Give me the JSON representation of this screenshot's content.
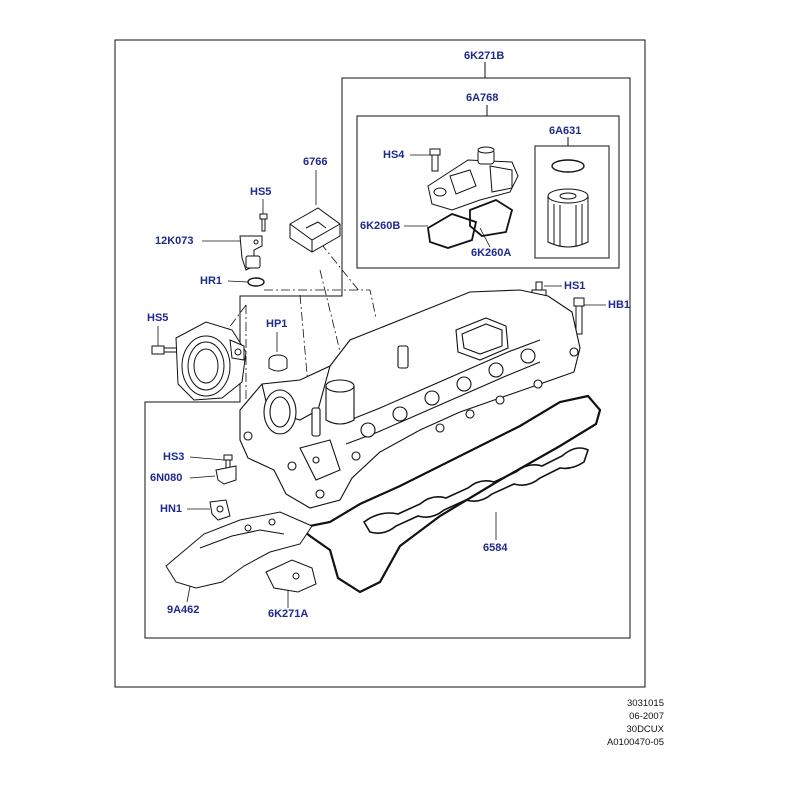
{
  "colors": {
    "label": "#1e2a8c",
    "line": "#111111",
    "background": "#ffffff"
  },
  "labels": {
    "l6k271b": "6K271B",
    "l6a768": "6A768",
    "l6a631": "6A631",
    "lhs4": "HS4",
    "l6766": "6766",
    "lhs5top": "HS5",
    "l12k073": "12K073",
    "l6k260b": "6K260B",
    "l6k260a": "6K260A",
    "lhr1": "HR1",
    "lhs1": "HS1",
    "lhb1": "HB1",
    "lhs5left": "HS5",
    "lhp1": "HP1",
    "lhs3": "HS3",
    "l6n080": "6N080",
    "lhn1": "HN1",
    "l6584": "6584",
    "l9a462": "9A462",
    "l6k271a": "6K271A"
  },
  "reference": {
    "line1": "3031015",
    "line2": "06-2007",
    "line3": "30DCUX",
    "line4": "A0100470-05"
  }
}
